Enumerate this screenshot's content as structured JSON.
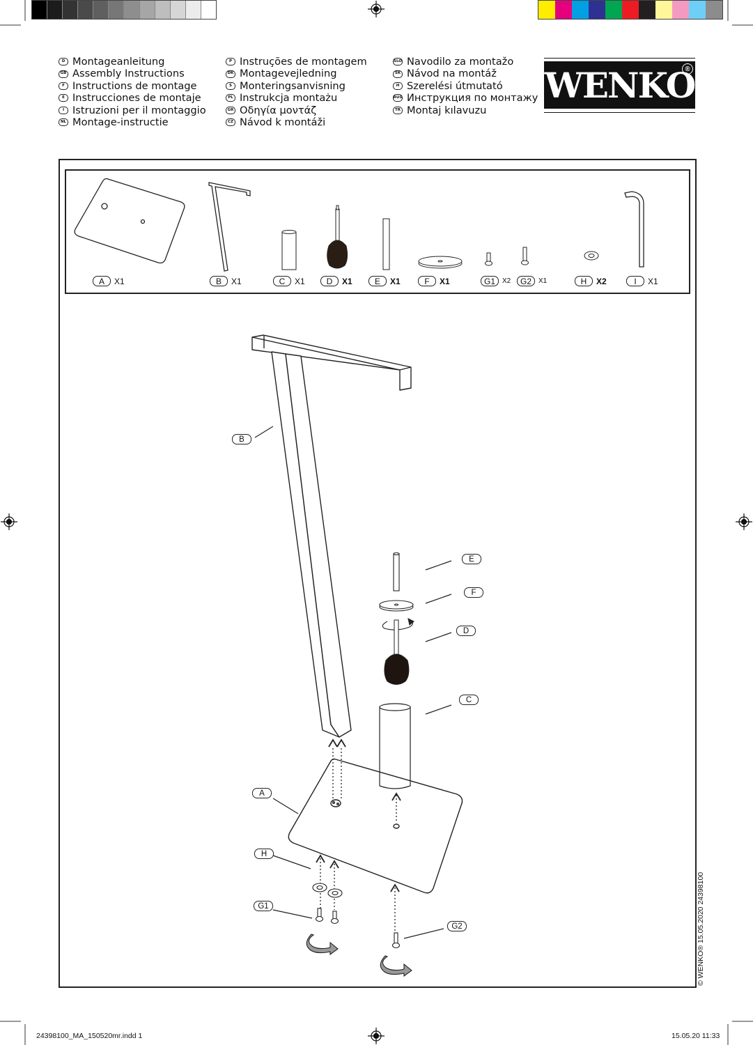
{
  "colors": {
    "grays": [
      "#000000",
      "#1c1c1c",
      "#333333",
      "#4a4a4a",
      "#5f5f5f",
      "#777777",
      "#8e8e8e",
      "#a6a6a6",
      "#bebebe",
      "#d6d6d6",
      "#ececec",
      "#ffffff"
    ],
    "process": [
      "#ffed00",
      "#e5007d",
      "#00a0e3",
      "#2e3192",
      "#00a651",
      "#ed1c24",
      "#231f20",
      "#fff799",
      "#f49ac1",
      "#6dcff6",
      "#8c8c8c"
    ]
  },
  "languages": {
    "col1": [
      {
        "code": "D",
        "label": "Montageanleitung"
      },
      {
        "code": "GB",
        "label": "Assembly Instructions"
      },
      {
        "code": "F",
        "label": "Instructions de montage"
      },
      {
        "code": "E",
        "label": "Instrucciones de montaje"
      },
      {
        "code": "I",
        "label": "Istruzioni per il montaggio"
      },
      {
        "code": "NL",
        "label": "Montage-instructie"
      }
    ],
    "col2": [
      {
        "code": "P",
        "label": "Instruções de montagem"
      },
      {
        "code": "DK",
        "label": "Montagevejledning"
      },
      {
        "code": "S",
        "label": "Monteringsanvisning"
      },
      {
        "code": "PL",
        "label": "Instrukcja montażu"
      },
      {
        "code": "GR",
        "label": "Οδηγία μοντάζ"
      },
      {
        "code": "CZ",
        "label": "Návod k montáži"
      }
    ],
    "col3": [
      {
        "code": "SLO",
        "label": "Navodilo za montažo"
      },
      {
        "code": "SK",
        "label": "Návod na montáž"
      },
      {
        "code": "H",
        "label": "Szerelési útmutató"
      },
      {
        "code": "RUS",
        "label": "Инструкция по монтажу"
      },
      {
        "code": "TR",
        "label": "Montaj kılavuzu"
      }
    ]
  },
  "logo": {
    "text": "WENKO",
    "reg": "®"
  },
  "parts": [
    {
      "id": "A",
      "qty": "X1"
    },
    {
      "id": "B",
      "qty": "X1"
    },
    {
      "id": "C",
      "qty": "X1"
    },
    {
      "id": "D",
      "qty": "X1"
    },
    {
      "id": "E",
      "qty": "X1"
    },
    {
      "id": "F",
      "qty": "X1"
    },
    {
      "id": "G1",
      "qty": "X2"
    },
    {
      "id": "G2",
      "qty": "X1"
    },
    {
      "id": "H",
      "qty": "X2"
    },
    {
      "id": "I",
      "qty": "X1"
    }
  ],
  "callouts": {
    "A": "A",
    "B": "B",
    "C": "C",
    "D": "D",
    "E": "E",
    "F": "F",
    "G1": "G1",
    "G2": "G2",
    "H": "H"
  },
  "copyright": "© WENKO® 15.05.2020  24398100",
  "footer": {
    "file": "24398100_MA_150520mr.indd   1",
    "date": "15.05.20   11:33"
  }
}
